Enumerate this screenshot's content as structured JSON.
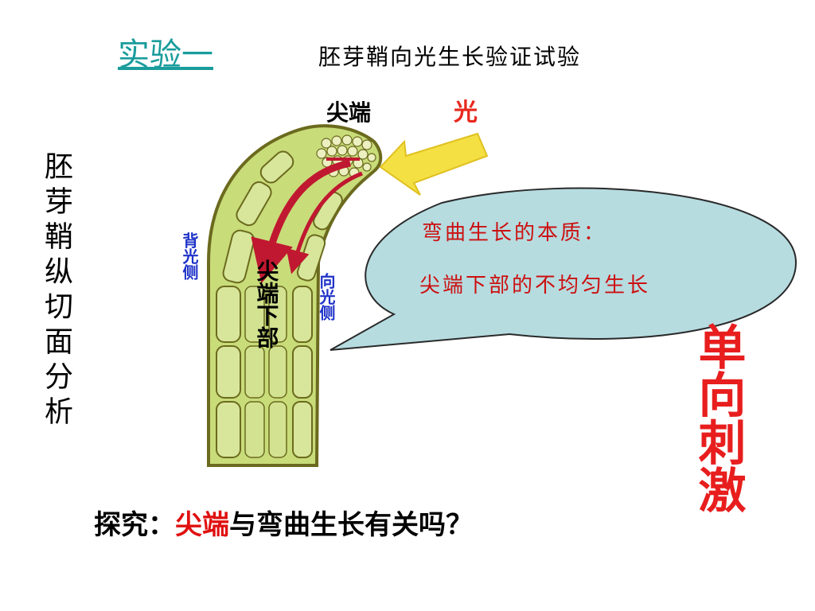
{
  "heading": {
    "link_text": "实验一",
    "title": "胚芽鞘向光生长验证试验"
  },
  "side_title": "胚芽鞘纵切面分析",
  "labels": {
    "tip": "尖端",
    "light": "光",
    "back_side": "背光侧",
    "light_side": "向光侧",
    "lower_part": "尖端下部"
  },
  "bubble": {
    "line1": "弯曲生长的本质：",
    "line2": "尖端下部的不均匀生长"
  },
  "stimulus": "单向刺激",
  "question": {
    "prefix": "探究：",
    "highlight": "尖端",
    "suffix": "与弯曲生长有关吗？"
  },
  "colors": {
    "stem_fill": "#c8dc7a",
    "stem_outline": "#6b6a1e",
    "arrow_red": "#c01830",
    "light_arrow": "#f4e043",
    "bubble_fill": "#b6dce0",
    "accent_red": "#e81e1e",
    "side_blue": "#1e32c8"
  }
}
